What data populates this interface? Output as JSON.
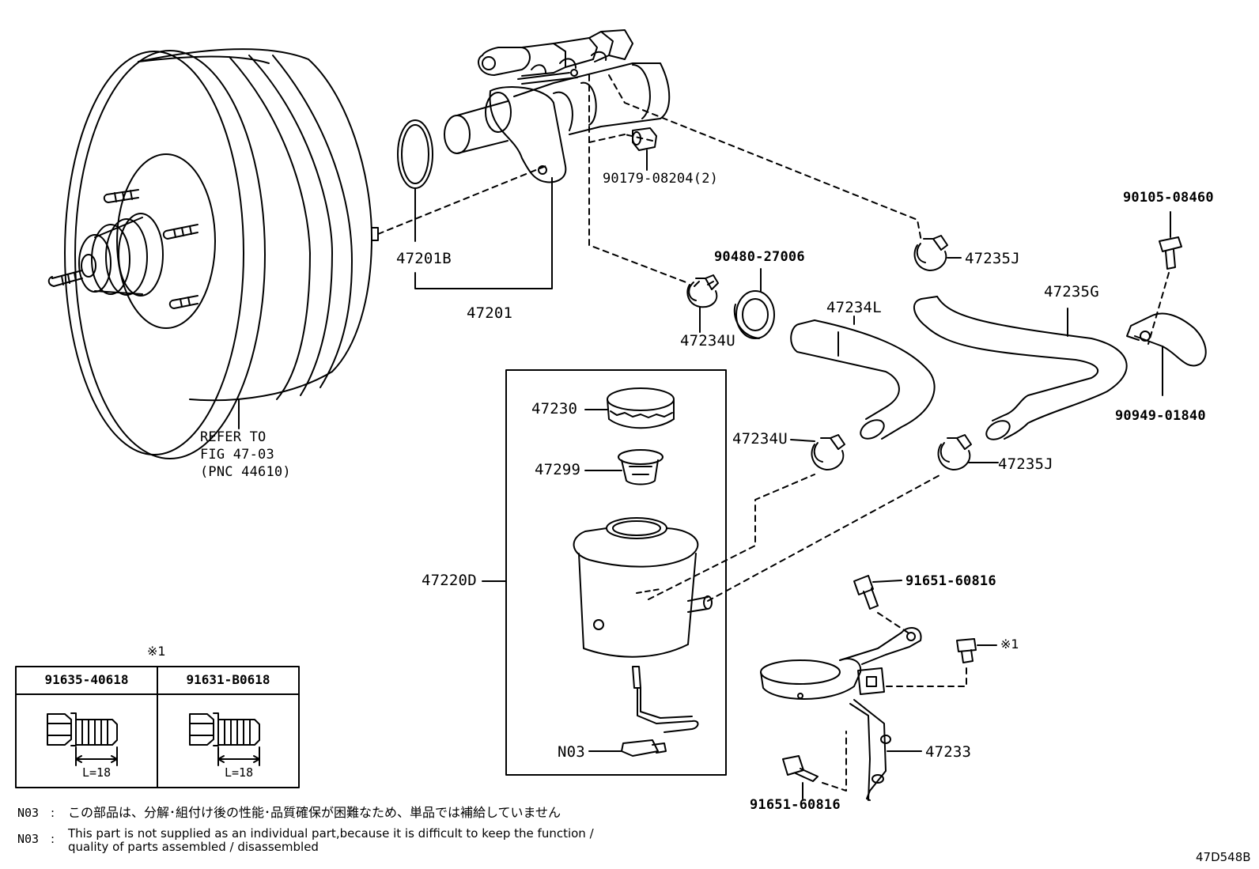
{
  "figure_code": "47D548B",
  "callouts": {
    "p47201B": "47201B",
    "p47201": "47201",
    "p90179": "90179-08204(2)",
    "p90480": "90480-27006",
    "p47235J_top": "47235J",
    "p90105": "90105-08460",
    "p47234L": "47234L",
    "p47235G": "47235G",
    "p47234U_top": "47234U",
    "p90949": "90949-01840",
    "p47230": "47230",
    "p47299": "47299",
    "p47234U_mid": "47234U",
    "p47235J_mid": "47235J",
    "p47220D": "47220D",
    "pN03": "N03",
    "p91651_top": "91651-60816",
    "p_ref1": "※1",
    "p47233": "47233",
    "p91651_bot": "91651-60816"
  },
  "refer": {
    "line1": "REFER TO",
    "line2": "FIG 47-03",
    "line3": "(PNC 44610)"
  },
  "bolt_table": {
    "mark": "※1",
    "col1_part": "91635-40618",
    "col2_part": "91631-B0618",
    "col1_dim": "L=18",
    "col2_dim": "L=18"
  },
  "notes": {
    "jp_code": "N03",
    "jp_sep": ":",
    "jp_text": "この部品は、分解･組付け後の性能･品質確保が困難なため、単品では補給していません",
    "en_code": "N03",
    "en_sep": ":",
    "en_line1": "This part is not supplied as an individual part,because it is difficult to keep the function /",
    "en_line2": "quality of parts assembled / disassembled"
  }
}
